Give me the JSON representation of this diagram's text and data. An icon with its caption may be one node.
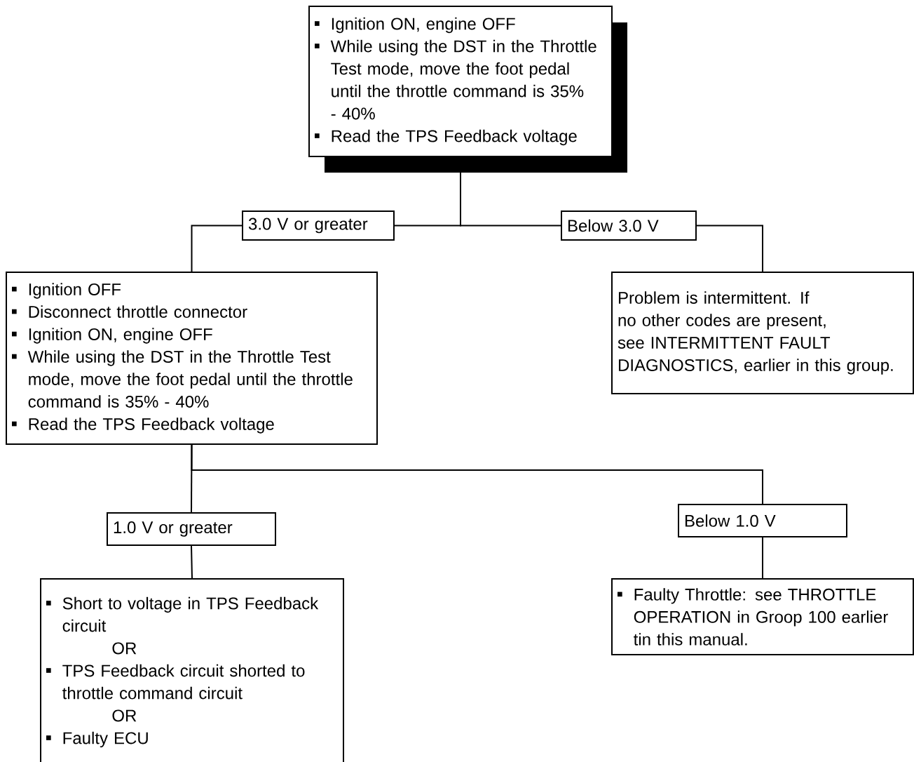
{
  "diagram": {
    "nodes": [
      {
        "text": [
          "Ignition ON, engine OFF",
          "While using the DST in the Throttle Test mode, move the foot pedal until the throttle command is 35% - 40%",
          "Read the TPS Feedback voltage"
        ]
      },
      {
        "text": [
          "3.0 V or greater"
        ]
      },
      {
        "text": [
          "Below 3.0 V"
        ]
      },
      {
        "text": [
          "Ignition OFF",
          "Disconnect throttle connector",
          "Ignition ON, engine OFF",
          "While using the DST in the Throttle Test mode, move the foot pedal until the throttle command is 35% - 40%",
          "Read the TPS Feedback voltage"
        ]
      },
      {
        "text": [
          "Problem is intermittent. If no other codes are present, see INTERMITTENT FAULT DIAGNOSTICS, earlier in this group."
        ]
      },
      {
        "text": [
          "1.0 V or greater"
        ]
      },
      {
        "text": [
          "Below 1.0 V"
        ]
      },
      {
        "text": [
          "Short to voltage in TPS Feedback circuit",
          "OR",
          "TPS Feedback circuit shorted to throttle command circuit",
          "OR",
          "Faulty ECU"
        ]
      },
      {
        "text": [
          "Faulty Throttle: see THROTTLE OPERATION in Groop 100 earlier tin this manual."
        ]
      }
    ],
    "edges": [
      {
        "from": 0,
        "to": 1,
        "arrow": "none"
      },
      {
        "from": 1,
        "to": 3,
        "arrow": "none"
      },
      {
        "from": 0,
        "to": 2,
        "arrow": "none"
      },
      {
        "from": 2,
        "to": 4,
        "arrow": "none"
      },
      {
        "from": 3,
        "to": 5,
        "arrow": "none"
      },
      {
        "from": 5,
        "to": 7,
        "arrow": "none"
      },
      {
        "from": 3,
        "to": 6,
        "arrow": "none"
      },
      {
        "from": 6,
        "to": 8,
        "arrow": "none"
      }
    ]
  }
}
